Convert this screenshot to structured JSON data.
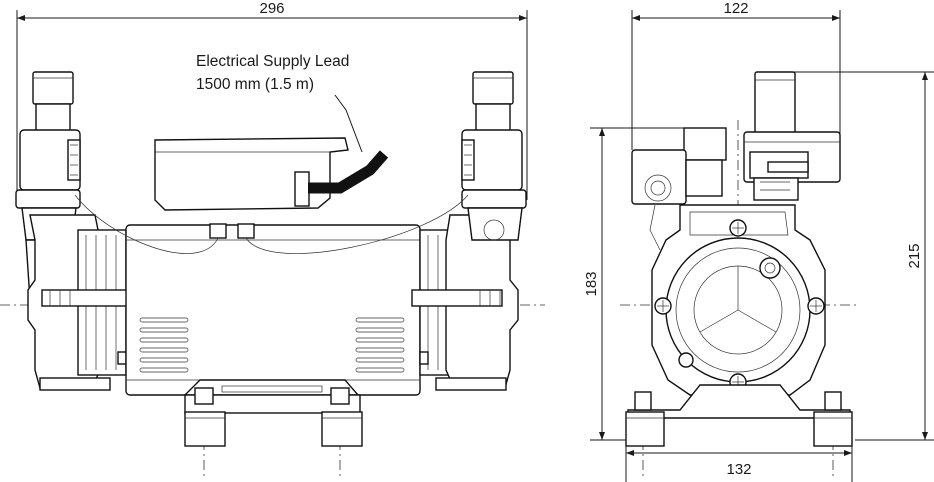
{
  "dimensions": {
    "side_width": "296",
    "end_top_width": "122",
    "end_bottom_width": "132",
    "end_height_inner": "183",
    "end_height_outer": "215"
  },
  "labels": {
    "supply_lead_line1": "Electrical Supply Lead",
    "supply_lead_line2": "1500 mm (1.5 m)"
  }
}
